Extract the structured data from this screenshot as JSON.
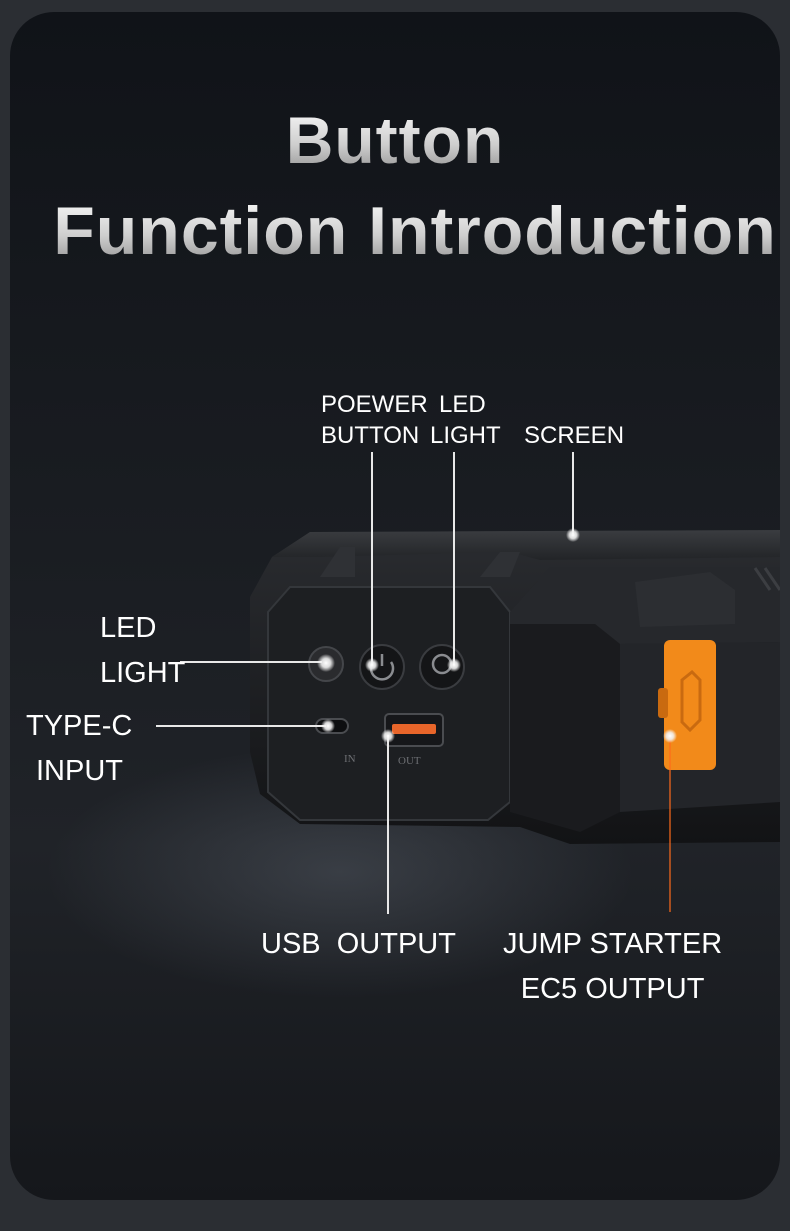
{
  "title": {
    "line1": "Button",
    "line2": "Function Introduction"
  },
  "labels": {
    "power_button": [
      "POEWER",
      "BUTTON"
    ],
    "led_light_top": [
      "LED",
      "LIGHT"
    ],
    "screen": "SCREEN",
    "led_light_left": [
      "LED",
      "LIGHT"
    ],
    "type_c_input": [
      "TYPE-C",
      "INPUT"
    ],
    "usb_output": "USB  OUTPUT",
    "jump_starter": [
      "JUMP STARTER",
      "EC5 OUTPUT"
    ]
  },
  "port_markings": {
    "in": "IN",
    "out": "OUT"
  },
  "colors": {
    "accent_orange": "#f28a1a",
    "usb_port_orange": "#e8652a",
    "device_body": "#1c1e21"
  }
}
